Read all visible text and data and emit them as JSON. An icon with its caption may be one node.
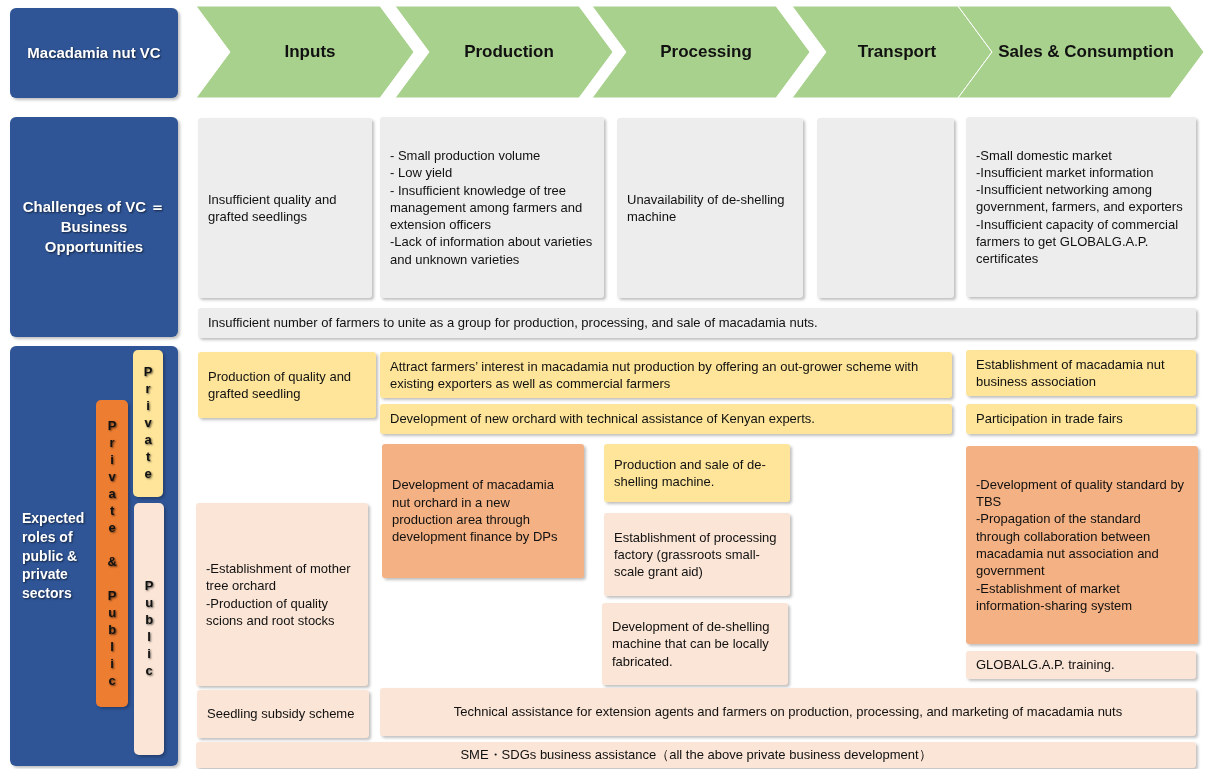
{
  "diagram": {
    "nodes": [
      {
        "text": [
          "Macadamia nut VC"
        ]
      },
      {
        "text": [
          "Inputs"
        ]
      },
      {
        "text": [
          "Production"
        ]
      },
      {
        "text": [
          "Processing"
        ]
      },
      {
        "text": [
          "Transport"
        ]
      },
      {
        "text": [
          "Sales & Consumption"
        ]
      },
      {
        "text": [
          "Challenges of VC ＝Business Opportunities"
        ]
      },
      {
        "text": [
          "Insufficient quality and grafted seedlings"
        ]
      },
      {
        "text": [
          "- Small production volume",
          "- Low yield",
          "- Insufficient knowledge of tree management among farmers and extension officers",
          "-Lack of information about varieties and unknown varieties"
        ]
      },
      {
        "text": [
          "Unavailability of de-shelling machine"
        ]
      },
      {
        "text": [],
        "shape": "box"
      },
      {
        "text": [
          "-Small domestic market",
          "-Insufficient market information",
          "-Insufficient networking among government, farmers, and exporters",
          "-Insufficient capacity of commercial farmers to get GLOBALG.A.P. certificates"
        ]
      },
      {
        "text": [
          "Insufficient number of farmers to unite as a group for production, processing, and sale of macadamia nuts."
        ]
      },
      {
        "text": [
          "Expected roles of public & private sectors"
        ]
      },
      {
        "text": [
          "Private & Public"
        ],
        "in": 13
      },
      {
        "text": [
          "Private"
        ],
        "in": 13
      },
      {
        "text": [
          "Public"
        ],
        "in": 13
      },
      {
        "text": [
          "Production of quality and grafted seedling"
        ]
      },
      {
        "text": [
          "Attract farmers’ interest in macadamia nut production by offering an out-grower scheme with existing exporters as well as commercial farmers"
        ]
      },
      {
        "text": [
          "Establishment of macadamia nut business association"
        ]
      },
      {
        "text": [
          "Development of new orchard with technical assistance of Kenyan experts."
        ]
      },
      {
        "text": [
          "Participation in trade fairs"
        ]
      },
      {
        "text": [
          "Development of macadamia nut orchard in a new production area through development finance by DPs"
        ]
      },
      {
        "text": [
          "Production and sale of de-shelling machine."
        ]
      },
      {
        "text": [
          "-Development of quality standard by TBS",
          "-Propagation of the standard through collaboration between macadamia nut association and government",
          "-Establishment of market information-sharing system"
        ]
      },
      {
        "text": [
          "-Establishment of mother tree orchard",
          "-Production of quality scions and root stocks"
        ]
      },
      {
        "text": [
          "Establishment of processing factory (grassroots small-scale grant aid)"
        ]
      },
      {
        "text": [
          "Development of de-shelling machine that can be locally fabricated."
        ]
      },
      {
        "text": [
          "GLOBALG.A.P. training."
        ]
      },
      {
        "text": [
          "Seedling subsidy scheme"
        ]
      },
      {
        "text": [
          "Technical assistance for extension agents and farmers on production, processing, and marketing of macadamia nuts"
        ]
      },
      {
        "text": [
          "SME・SDGs business assistance（all the above private business development）"
        ]
      }
    ]
  }
}
